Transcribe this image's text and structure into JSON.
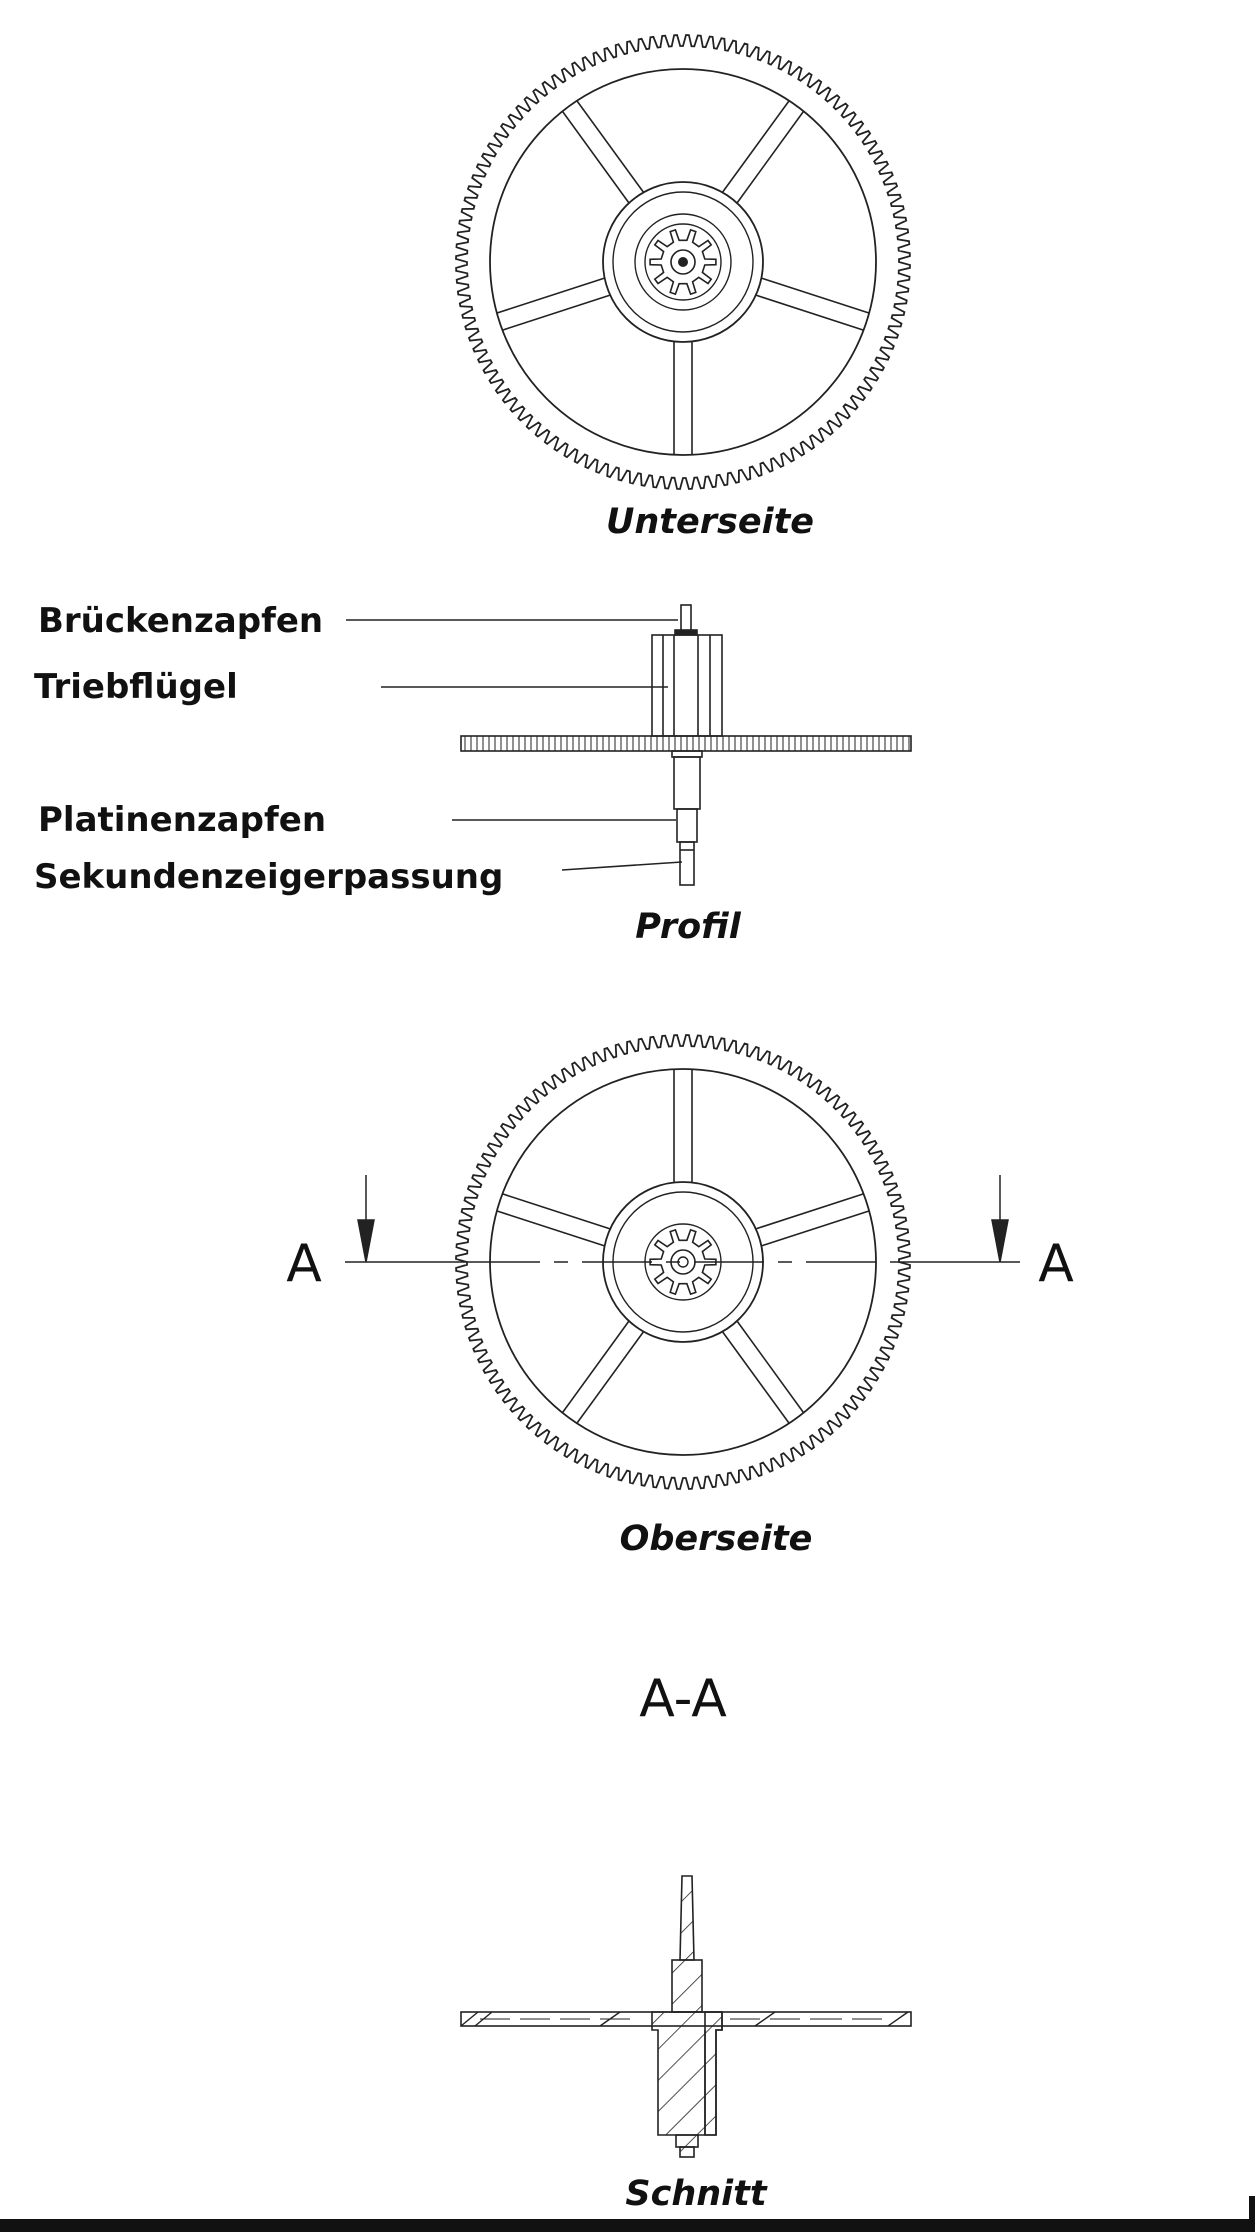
{
  "views": {
    "bottom": {
      "caption": "Unterseite"
    },
    "profile": {
      "caption": "Profil"
    },
    "top": {
      "caption": "Oberseite"
    },
    "section": {
      "caption": "Schnitt"
    }
  },
  "section_marker": {
    "letter_left": "A",
    "letter_right": "A",
    "title": "A-A"
  },
  "parts": [
    {
      "name": "Brückenzapfen"
    },
    {
      "name": "Triebflügel"
    },
    {
      "name": "Platinenzapfen"
    },
    {
      "name": "Sekundenzeigerpassung"
    }
  ],
  "gear": {
    "teeth": 120,
    "spokes": 5
  },
  "colors": {
    "line": "#222222",
    "text": "#111111",
    "background": "#ffffff"
  }
}
